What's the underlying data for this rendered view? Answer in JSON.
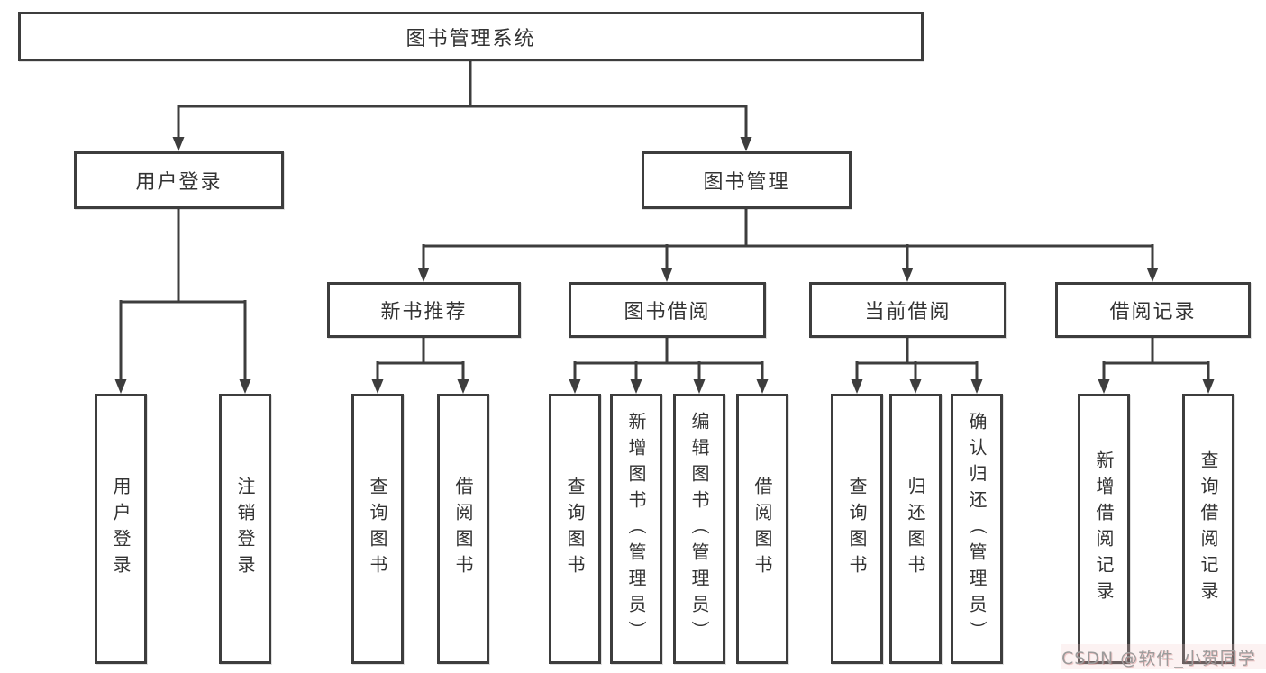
{
  "diagram_title": "图书管理系统",
  "colors": {
    "line": "#3d3d3d",
    "box_border": "#3d3d3d",
    "box_text": "#333333",
    "background": "#ffffff",
    "watermark_text": "#9b9b9b",
    "watermark_tint": "#f4cdcd"
  },
  "nodes": {
    "root": "图书管理系统",
    "l2_user_login": "用户登录",
    "l2_book_mgmt": "图书管理",
    "l3_new_book_rec": "新书推荐",
    "l3_book_borrow": "图书借阅",
    "l3_current_borrow": "当前借阅",
    "l3_borrow_records": "借阅记录",
    "leaf_user_login": "用户登录",
    "leaf_logout": "注销登录",
    "leaf_nbr_query_book": "查询图书",
    "leaf_nbr_borrow_book": "借阅图书",
    "leaf_bb_query_book": "查询图书",
    "leaf_bb_add_book": "新增图书（管理员）",
    "leaf_bb_edit_book": "编辑图书（管理员）",
    "leaf_bb_borrow_book": "借阅图书",
    "leaf_cb_query_book": "查询图书",
    "leaf_cb_return_book": "归还图书",
    "leaf_cb_confirm_return": "确认归还（管理员）",
    "leaf_br_add_record": "新增借阅记录",
    "leaf_br_query_record": "查询借阅记录"
  },
  "hierarchy": {
    "图书管理系统": {
      "用户登录": [
        "用户登录",
        "注销登录"
      ],
      "图书管理": {
        "新书推荐": [
          "查询图书",
          "借阅图书"
        ],
        "图书借阅": [
          "查询图书",
          "新增图书（管理员）",
          "编辑图书（管理员）",
          "借阅图书"
        ],
        "当前借阅": [
          "查询图书",
          "归还图书",
          "确认归还（管理员）"
        ],
        "借阅记录": [
          "新增借阅记录",
          "查询借阅记录"
        ]
      }
    }
  },
  "watermark": "CSDN @软件_小贺同学"
}
